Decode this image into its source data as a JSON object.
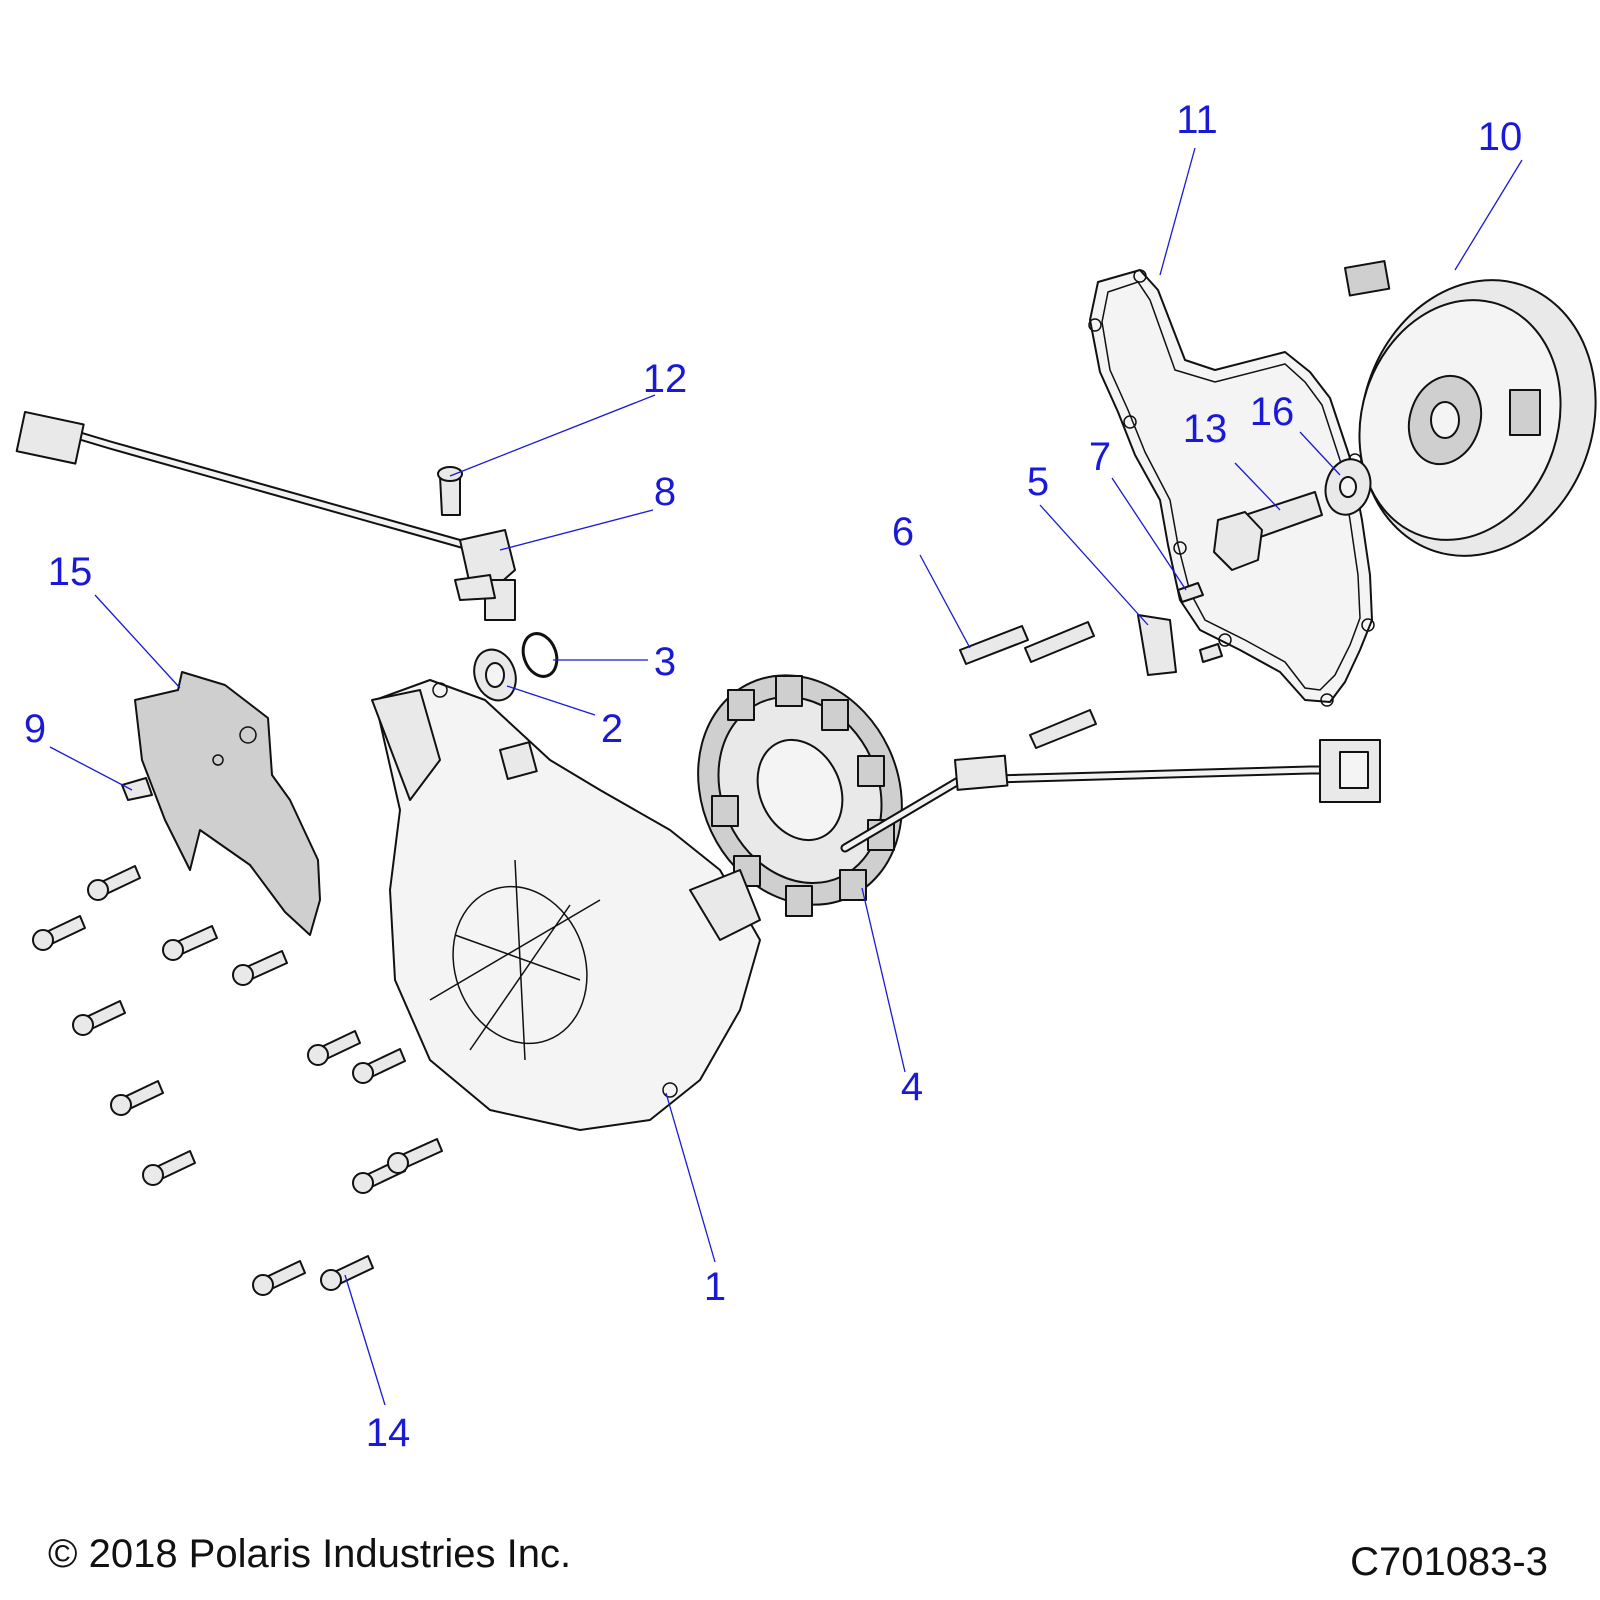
{
  "callouts": [
    "1",
    "2",
    "3",
    "4",
    "5",
    "6",
    "7",
    "8",
    "9",
    "10",
    "11",
    "12",
    "13",
    "14",
    "15",
    "16"
  ],
  "footer": {
    "copyright": "© 2018 Polaris Industries Inc.",
    "drawing_number": "C701083-3"
  },
  "colors": {
    "callout": "#1a1ad6",
    "line_art": "#111111",
    "part_fill": "#e9e9e9"
  }
}
